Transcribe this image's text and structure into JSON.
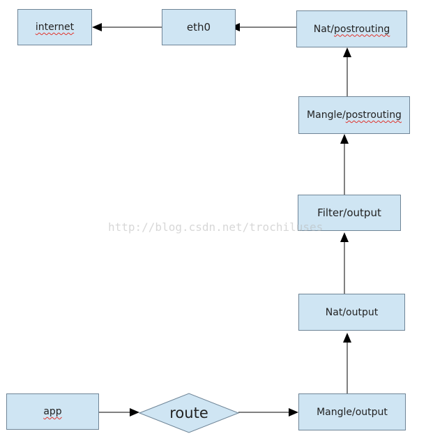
{
  "nodes": {
    "internet": "internet",
    "eth0": "eth0",
    "nat_postrouting": {
      "prefix": "Nat/",
      "rest": "postrouting"
    },
    "mangle_postrouting": {
      "prefix": "Mangle/",
      "rest": "postrouting"
    },
    "filter_output": "Filter/output",
    "nat_output": "Nat/output",
    "mangle_output": "Mangle/output",
    "app": "app",
    "route": "route"
  },
  "watermark": "http://blog.csdn.net/trochiluses",
  "colors": {
    "box_fill": "#cfe5f3",
    "box_border": "#6e8496",
    "arrow": "#000000",
    "spellcheck_underline": "#e0322a"
  }
}
